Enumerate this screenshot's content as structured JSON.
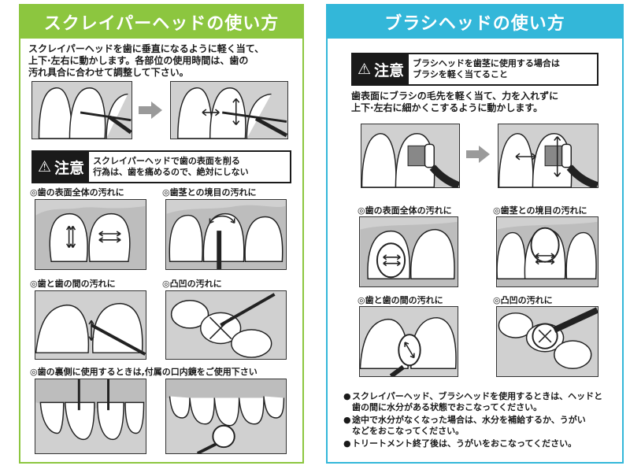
{
  "left": {
    "title": "スクレイパーヘッドの使い方",
    "intro": [
      "スクレイパーヘッドを歯に垂直になるように軽く当て、",
      "上下·左右に動かします。各部位の使用時間は、歯の",
      "汚れ具合に合わせて調整して下さい。"
    ],
    "caution": {
      "label": "注意",
      "text": [
        "スクレイパーヘッドで歯の表面を削る",
        "行為は、歯を痛めるので、絶対にしない"
      ]
    },
    "captions": {
      "surface": "◎歯の表面全体の汚れに",
      "gumline": "◎歯茎との境目の汚れに",
      "between": "◎歯と歯の間の汚れに",
      "uneven": "◎凸凹の汚れに",
      "back": "◎歯の裏側に使用するときは,付属の口内鏡をご使用下さい"
    }
  },
  "right": {
    "title": "ブラシヘッドの使い方",
    "caution": {
      "label": "注意",
      "text": [
        "ブラシヘッドを歯茎に使用する場合は",
        "ブラシを軽く当てること"
      ]
    },
    "intro": [
      "歯表面にブラシの毛先を軽く当て、力を入れずに",
      "上下·左右に細かくこするように動かします。"
    ],
    "captions": {
      "surface": "◎歯の表面全体の汚れに",
      "gumline": "◎歯茎との境目の汚れに",
      "between": "◎歯と歯の間の汚れに",
      "uneven": "◎凸凹の汚れに"
    },
    "notes": [
      {
        "bullet": "●",
        "line1": "スクレイパーヘッド、ブラシヘッドを使用するときは、ヘッドと",
        "line2": "歯の間に水分がある状態でおこなってください。"
      },
      {
        "bullet": "●",
        "line1": "途中で水分がなくなった場合は、水分を補給するか、うがい",
        "line2": "などをおこなってください。"
      },
      {
        "bullet": "●",
        "line1": "トリートメント終了後は、うがいをおこなってください。",
        "line2": ""
      }
    ]
  }
}
